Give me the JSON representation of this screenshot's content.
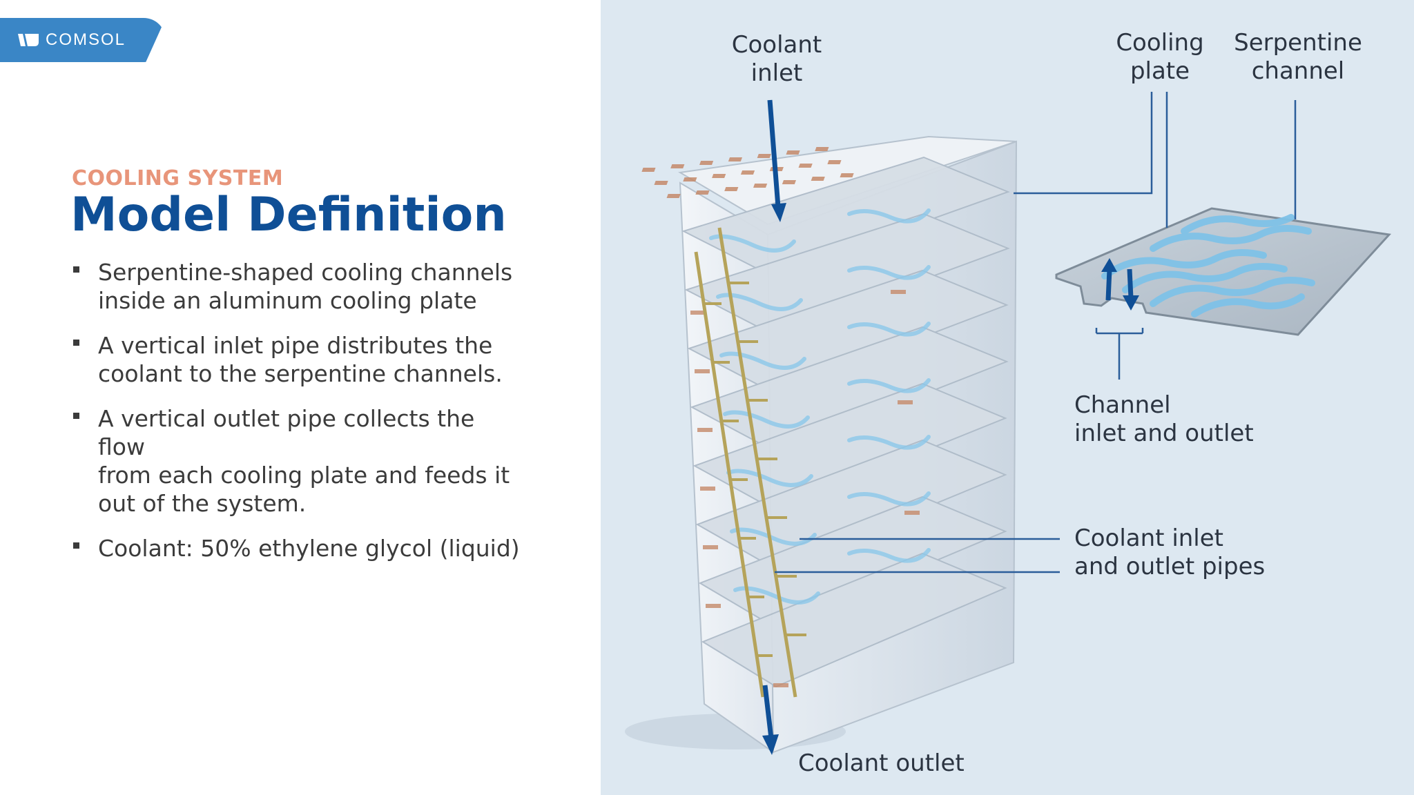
{
  "brand": {
    "name": "COMSOL"
  },
  "slide": {
    "eyebrow": "COOLING SYSTEM",
    "title": "Model Definition",
    "bullets": [
      {
        "lines": [
          "Serpentine-shaped cooling channels",
          "inside an aluminum cooling plate"
        ]
      },
      {
        "lines": [
          "A vertical inlet pipe distributes the",
          "coolant to the serpentine channels."
        ]
      },
      {
        "lines": [
          "A vertical outlet pipe collects the flow",
          "from each cooling plate and feeds it",
          "out of the system."
        ]
      },
      {
        "lines": [
          "Coolant: 50% ethylene glycol (liquid)"
        ]
      }
    ]
  },
  "diagram": {
    "labels": {
      "coolant_inlet": [
        "Coolant",
        "inlet"
      ],
      "cooling_plate": [
        "Cooling",
        "plate"
      ],
      "serpentine_channel": [
        "Serpentine",
        "channel"
      ],
      "channel_inlet_outlet": [
        "Channel",
        "inlet and outlet"
      ],
      "coolant_pipes": [
        "Coolant inlet",
        "and outlet pipes"
      ],
      "coolant_outlet": "Coolant outlet"
    },
    "colors": {
      "panel_bg": "#dde8f1",
      "leader_line": "#2a5d9a",
      "arrow": "#0f4f96",
      "copper_tab": "#c58a6a",
      "channel": "#8cc8ea",
      "pipe": "#b5a35a"
    }
  }
}
